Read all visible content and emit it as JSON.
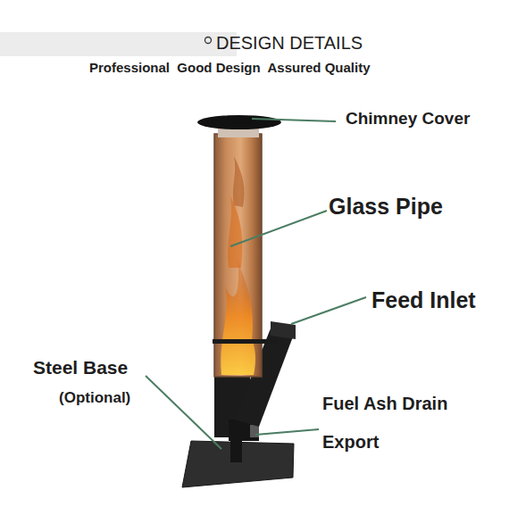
{
  "diagram": {
    "title": "DESIGN DETAILS",
    "labels": [
      "Professional  Good Design  Assured Quality",
      "Chimney Cover",
      "Glass Pipe",
      "Feed Inlet",
      "Steel Base",
      "(Optional)",
      "Fuel Ash Drain",
      "Export"
    ]
  }
}
